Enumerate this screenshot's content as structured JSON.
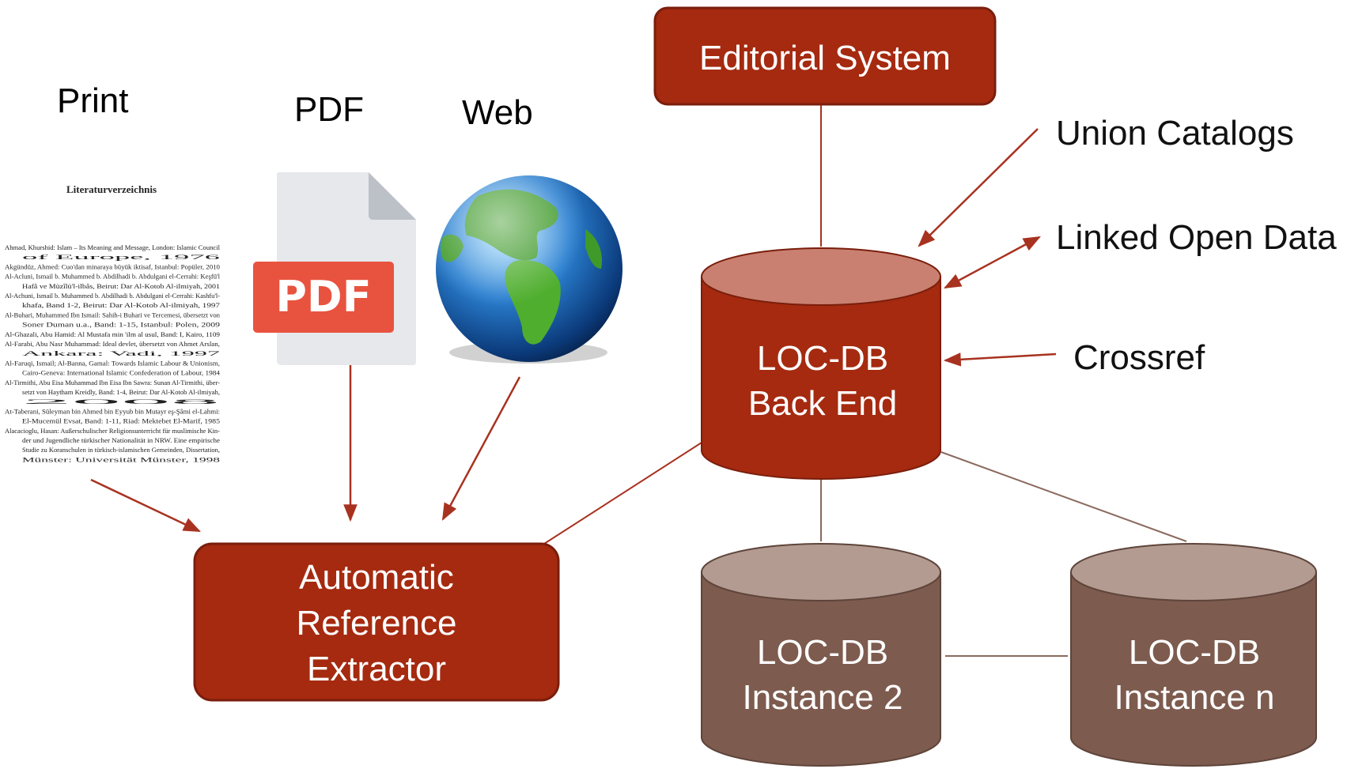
{
  "sources": {
    "print_label": "Print",
    "pdf_label": "PDF",
    "web_label": "Web"
  },
  "print_doc": {
    "heading": "Literaturverzeichnis",
    "lines": [
      "Ahmad, Khurshid: Islam – Its Meaning and Message, London: Islamic Council",
      "of Europe, 1976",
      "Akgündüz, Ahmed: Cuo'dan minaraya büyük iktisaf, Istanbul: Popüler, 2010",
      "Al-Acluni, Ismail b. Muhammed b. Abdilhadi b. Abdulgani el-Cerrahi: Keşfü'l",
      "Hafâ ve Müzîlü'l-ilbâs, Beirut: Dar Al-Kotob Al-ilmiyah, 2001",
      "Al-Achuni, Ismail b. Muhammed b. Abdilhadi b. Abdulgani el-Cerrahi: Kashfu'l-",
      "khafa, Band 1-2, Beirut: Dar Al-Kotob Al-ilmiyah, 1997",
      "Al-Buhari, Muhammed Ibn Ismail: Sahih-i Buhari ve Tercemesi, übersetzt von",
      "Soner Duman u.a., Band: 1-15, Istanbul: Polen, 2009",
      "Al-Ghazali, Abu Hamid: Al Mustafa min 'ilm al usul, Band: I, Kairo, 1109",
      "Al-Farabi, Abu Nasr Muhammad: Ideal devlet, übersetzt von Ahmet Arslan,",
      "Ankara: Vadi, 1997",
      "Al-Faruqi, Ismail; Al-Banna, Gamal: Towards Islamic Labour & Unionism,",
      "Cairo-Geneva: International Islamic Confederation of Labour, 1984",
      "Al-Tirmithi, Abu Eisa Muhammad Ibn Eisa Ibn Sawra: Sunan Al-Tirmithi, über-",
      "setzt von Haytham Kreidly, Band: 1-4, Beirut: Dar Al-Kotob Al-ilmiyah,",
      "2008",
      "At-Taberani, Süleyman bin Ahmed bin Eyyub bin Mutayr eş-Şâmi el-Lahmi:",
      "El-Mucemül Evsat, Band: 1-11, Riad: Mektebet El-Marif, 1985",
      "Alacacioglu, Hasan: Außerschulischer Religionsunterricht für muslimische Kin-",
      "der und Jugendliche türkischer Nationalität in NRW. Eine empirische",
      "Studie zu Koranschulen in türkisch-islamischen Gemeinden, Dissertation,",
      "Münster: Universität Münster, 1998"
    ]
  },
  "pdf_icon": {
    "badge_text": "PDF"
  },
  "boxes": {
    "editorial_system": "Editorial System",
    "extractor_lines": [
      "Automatic",
      "Reference",
      "Extractor"
    ]
  },
  "databases": {
    "backend_lines": [
      "LOC-DB",
      "Back End"
    ],
    "instance2_lines": [
      "LOC-DB",
      "Instance 2"
    ],
    "instance_n_lines": [
      "LOC-DB",
      "Instance n"
    ]
  },
  "external_sources": {
    "union_catalogs": "Union Catalogs",
    "linked_open_data": "Linked Open Data",
    "crossref": "Crossref"
  },
  "colors": {
    "primary": "#A52A10",
    "primary_top": "#C98070",
    "instance": "#7D5B4E",
    "instance_top": "#B39B92",
    "arrow": "#A83220",
    "pdf_badge": "#E8533F",
    "pdf_page": "#E6E8EC"
  },
  "icons": [
    "document-icon",
    "pdf-file-icon",
    "globe-icon"
  ]
}
